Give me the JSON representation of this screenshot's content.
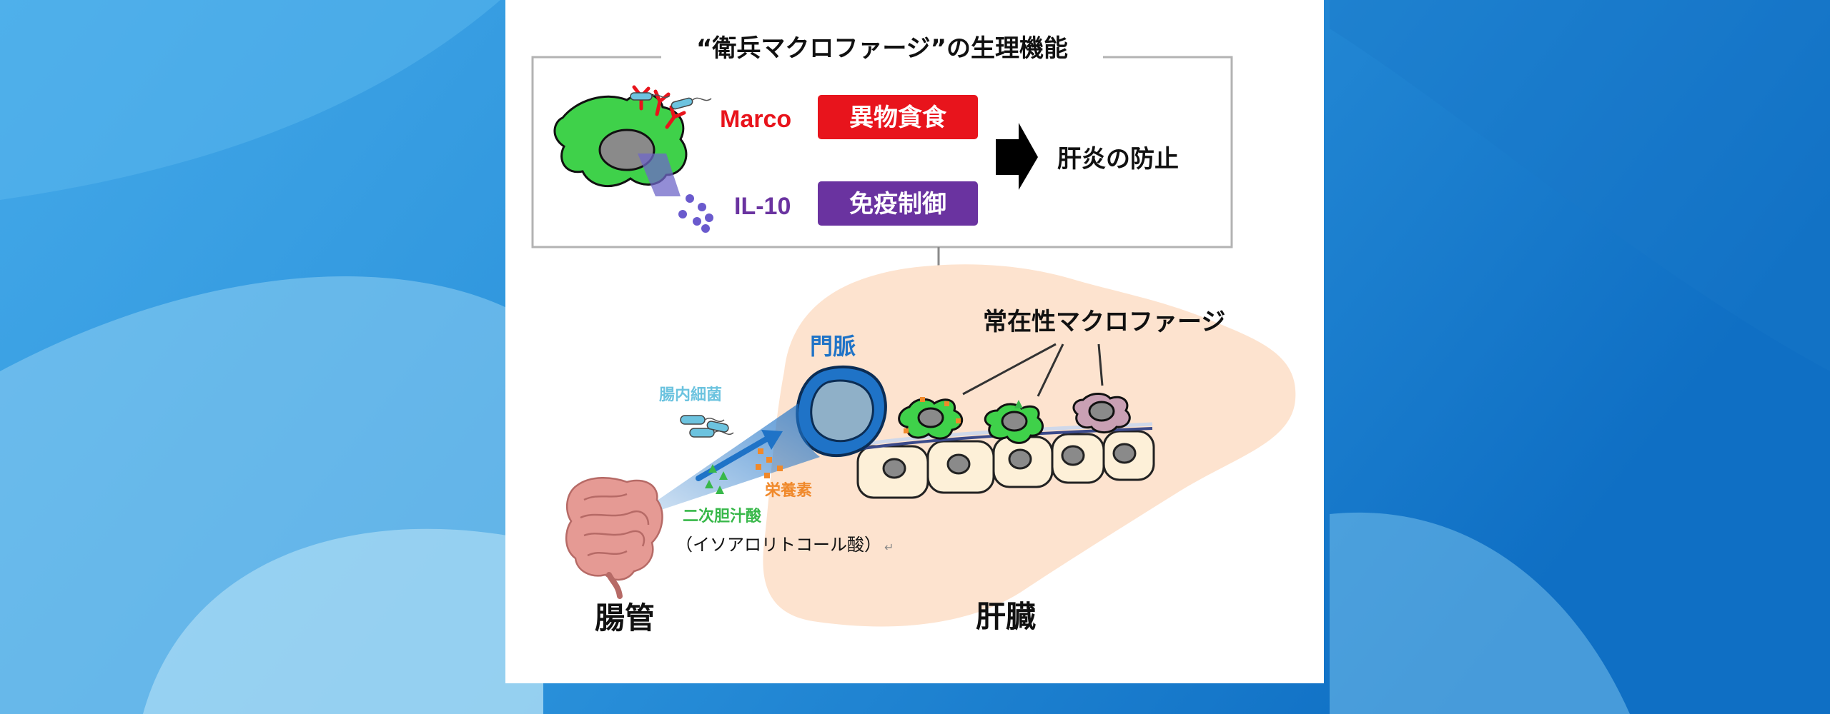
{
  "header": {
    "title": "“衛兵マクロファージ”の生理機能"
  },
  "functions": {
    "marco_label": "Marco",
    "marco_role": "異物貪食",
    "il10_label": "IL-10",
    "il10_role": "免疫制御",
    "outcome": "肝炎の防止"
  },
  "labels": {
    "portal_vein": "門脈",
    "resident_macrophages": "常在性マクロファージ",
    "gut_bacteria": "腸内細菌",
    "nutrients": "栄養素",
    "secondary_bile_acid": "二次胆汁酸",
    "isoallo_lca": "（イソアロリトコール酸）",
    "intestine": "腸管",
    "liver": "肝臓"
  },
  "colors": {
    "marco_red": "#e8141c",
    "il10_purple": "#6a33a0",
    "macrophage_green": "#3fd14a",
    "portal_vein_blue": "#1f73c7",
    "liver_peach": "#fde3cf",
    "nutrient_orange": "#f0892b",
    "bile_acid_green": "#38b84a",
    "bacteria_blue": "#6cc3df"
  }
}
